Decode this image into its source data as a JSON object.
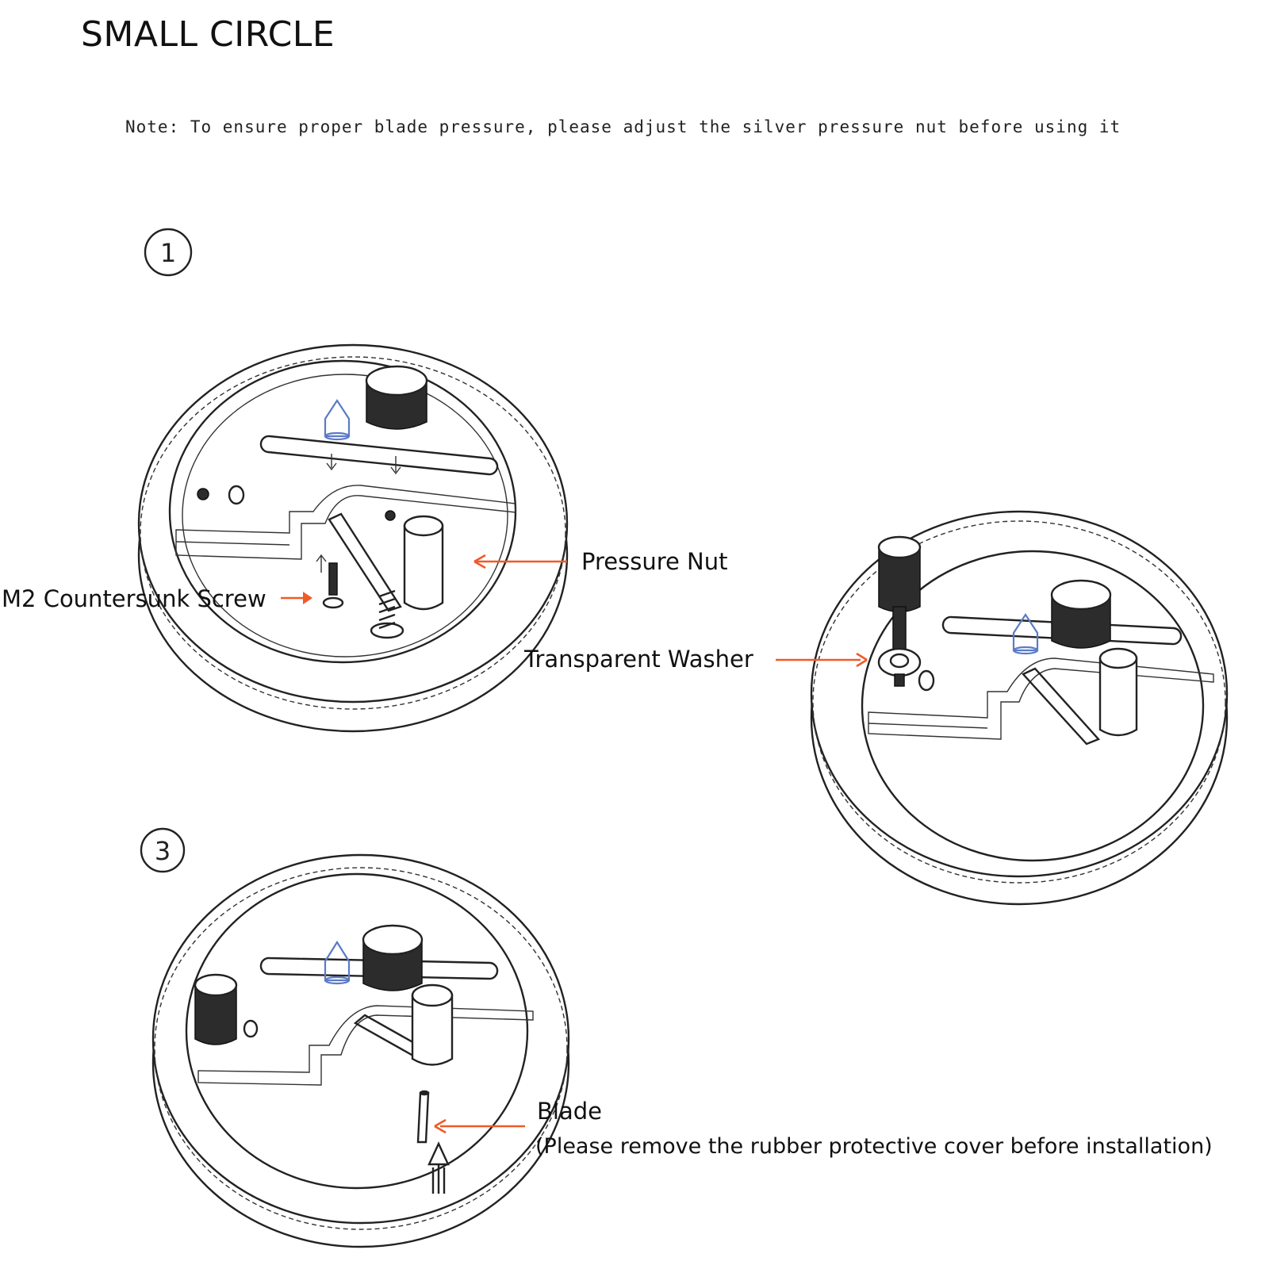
{
  "header": {
    "title": "SMALL CIRCLE",
    "note": "Note: To ensure proper blade pressure, please adjust the silver pressure nut before using it"
  },
  "steps": [
    {
      "number": "1"
    },
    {
      "number": "3"
    }
  ],
  "labels": {
    "pressure_nut": "Pressure Nut",
    "m2_screw": "M2 Countersunk Screw",
    "transparent_washer": "Transparent Washer",
    "blade": "Blade",
    "blade_note": "(Please remove the rubber protective cover before installation)"
  },
  "colors": {
    "arrow": "#f05a28",
    "highlight": "#5b7bc6"
  }
}
